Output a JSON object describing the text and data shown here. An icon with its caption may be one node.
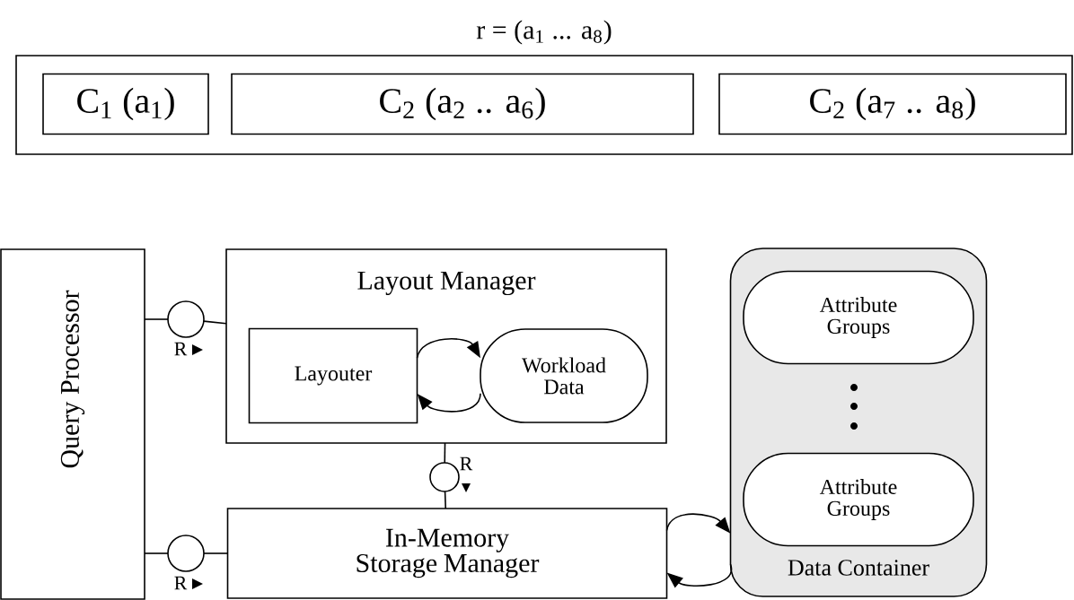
{
  "diagram": {
    "nodes": [
      {
        "text": [
          "r = (a$_{1}$ ... a$_{8}$)"
        ]
      },
      {
        "text": [
          "C$_{1}$ (a$_{1}$)"
        ],
        "in": 0
      },
      {
        "text": [
          "C$_{2}$ (a$_{2}$ .. a$_{6}$)"
        ],
        "in": 0
      },
      {
        "text": [
          "C$_{2}$ (a$_{7}$ .. a$_{8}$)"
        ],
        "in": 0
      },
      {
        "text": [
          "Query Processor"
        ]
      },
      {
        "text": [
          "Layout Manager"
        ]
      },
      {
        "text": [
          "Layouter"
        ],
        "in": 5
      },
      {
        "text": [
          "Workload Data"
        ],
        "in": 5
      },
      {
        "text": [
          "In-Memory Storage Manager"
        ]
      },
      {
        "text": [
          "Data Container"
        ]
      },
      {
        "text": [
          "Attribute Groups"
        ],
        "in": 9
      },
      {
        "text": [
          "Attribute Groups"
        ],
        "in": 9
      },
      {
        "text": [],
        "shape": "circle",
        "beside": [
          "R"
        ]
      },
      {
        "text": [],
        "shape": "circle",
        "beside": [
          "R"
        ]
      },
      {
        "text": [],
        "shape": "circle",
        "beside": [
          "R"
        ]
      }
    ],
    "edges": [
      {
        "from": 4,
        "to": 12,
        "arrow": "none"
      },
      {
        "from": 12,
        "to": 5,
        "arrow": "none"
      },
      {
        "from": 4,
        "to": 13,
        "arrow": "none"
      },
      {
        "from": 13,
        "to": 8,
        "arrow": "none"
      },
      {
        "from": 5,
        "to": 14,
        "arrow": "none"
      },
      {
        "from": 14,
        "to": 8,
        "arrow": "none"
      },
      {
        "from": 6,
        "to": 7,
        "arrow": "to"
      },
      {
        "from": 7,
        "to": 6,
        "arrow": "to"
      },
      {
        "from": 8,
        "to": 9,
        "arrow": "to"
      },
      {
        "from": 9,
        "to": 8,
        "arrow": "to"
      }
    ]
  }
}
